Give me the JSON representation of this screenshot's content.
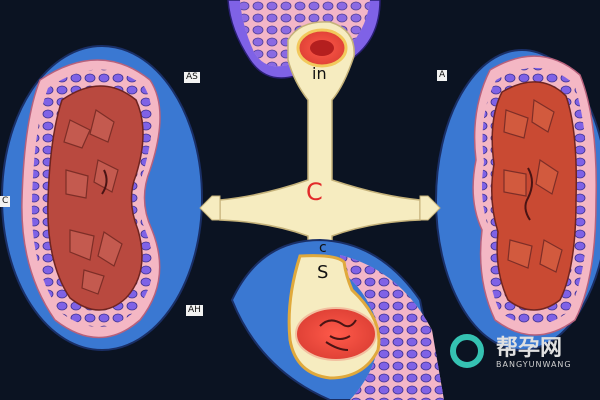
{
  "labels": {
    "left_top": "AS",
    "left_side": "C",
    "left_bottom": "AH",
    "right_top": "A",
    "center_top": "in",
    "center_mid": "C",
    "center_lower_a": "c",
    "center_lower_b": "S"
  },
  "watermark": {
    "brand": "帮孕网",
    "domain": "BANGYUNWANG"
  },
  "colors": {
    "background": "#0b1322",
    "tissue_blue": "#3a78d2",
    "cell_purple": "#7a5be0",
    "tissue_red": "#b9493f",
    "cream": "#f6ecc0",
    "accent_red": "#e22b2b"
  }
}
